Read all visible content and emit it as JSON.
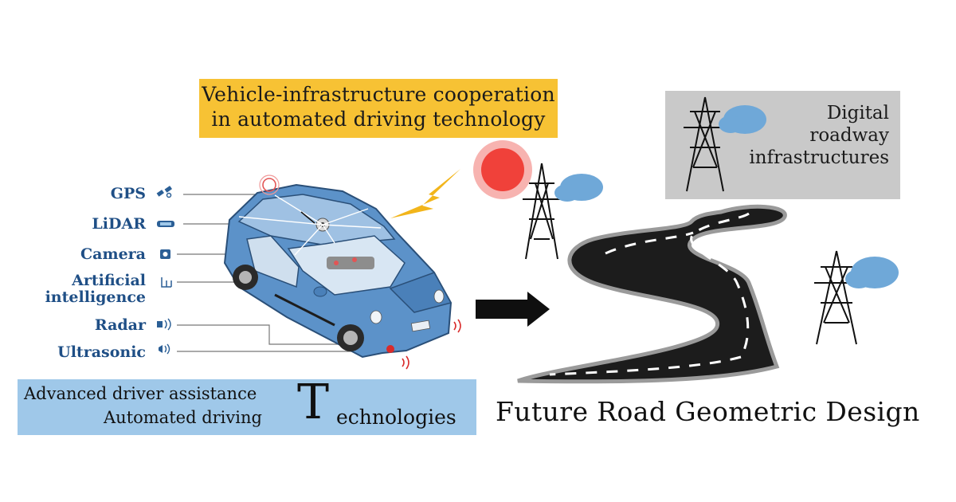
{
  "header_box": {
    "line1": "Vehicle-infrastructure cooperation",
    "line2": "in automated driving technology"
  },
  "infra_box": {
    "line1": "Digital",
    "line2": "roadway",
    "line3": "infrastructures"
  },
  "sensors": [
    {
      "label": "GPS",
      "icon": "satellite-icon"
    },
    {
      "label": "LiDAR",
      "icon": "lidar-icon"
    },
    {
      "label": "Camera",
      "icon": "camera-icon"
    },
    {
      "label": "Artificial",
      "label2": "intelligence",
      "icon": "chip-icon"
    },
    {
      "label": "Radar",
      "icon": "radar-icon"
    },
    {
      "label": "Ultrasonic",
      "icon": "ultrasonic-icon"
    }
  ],
  "tech_box": {
    "line1": "Advanced driver assistance",
    "line2": "Automated driving",
    "big_letter": "T",
    "rest": "echnologies"
  },
  "bottom_title": "Future Road Geometric Design",
  "colors": {
    "yellow_box": "#f7c234",
    "gray_box": "#c9c9c9",
    "blue_box": "#9fc8e9",
    "sensor_text": "#1f4f86",
    "car_body": "#5c92c9",
    "cloud": "#6fa8d8",
    "bolt": "#f2b51b",
    "sun": "#f0413a"
  }
}
